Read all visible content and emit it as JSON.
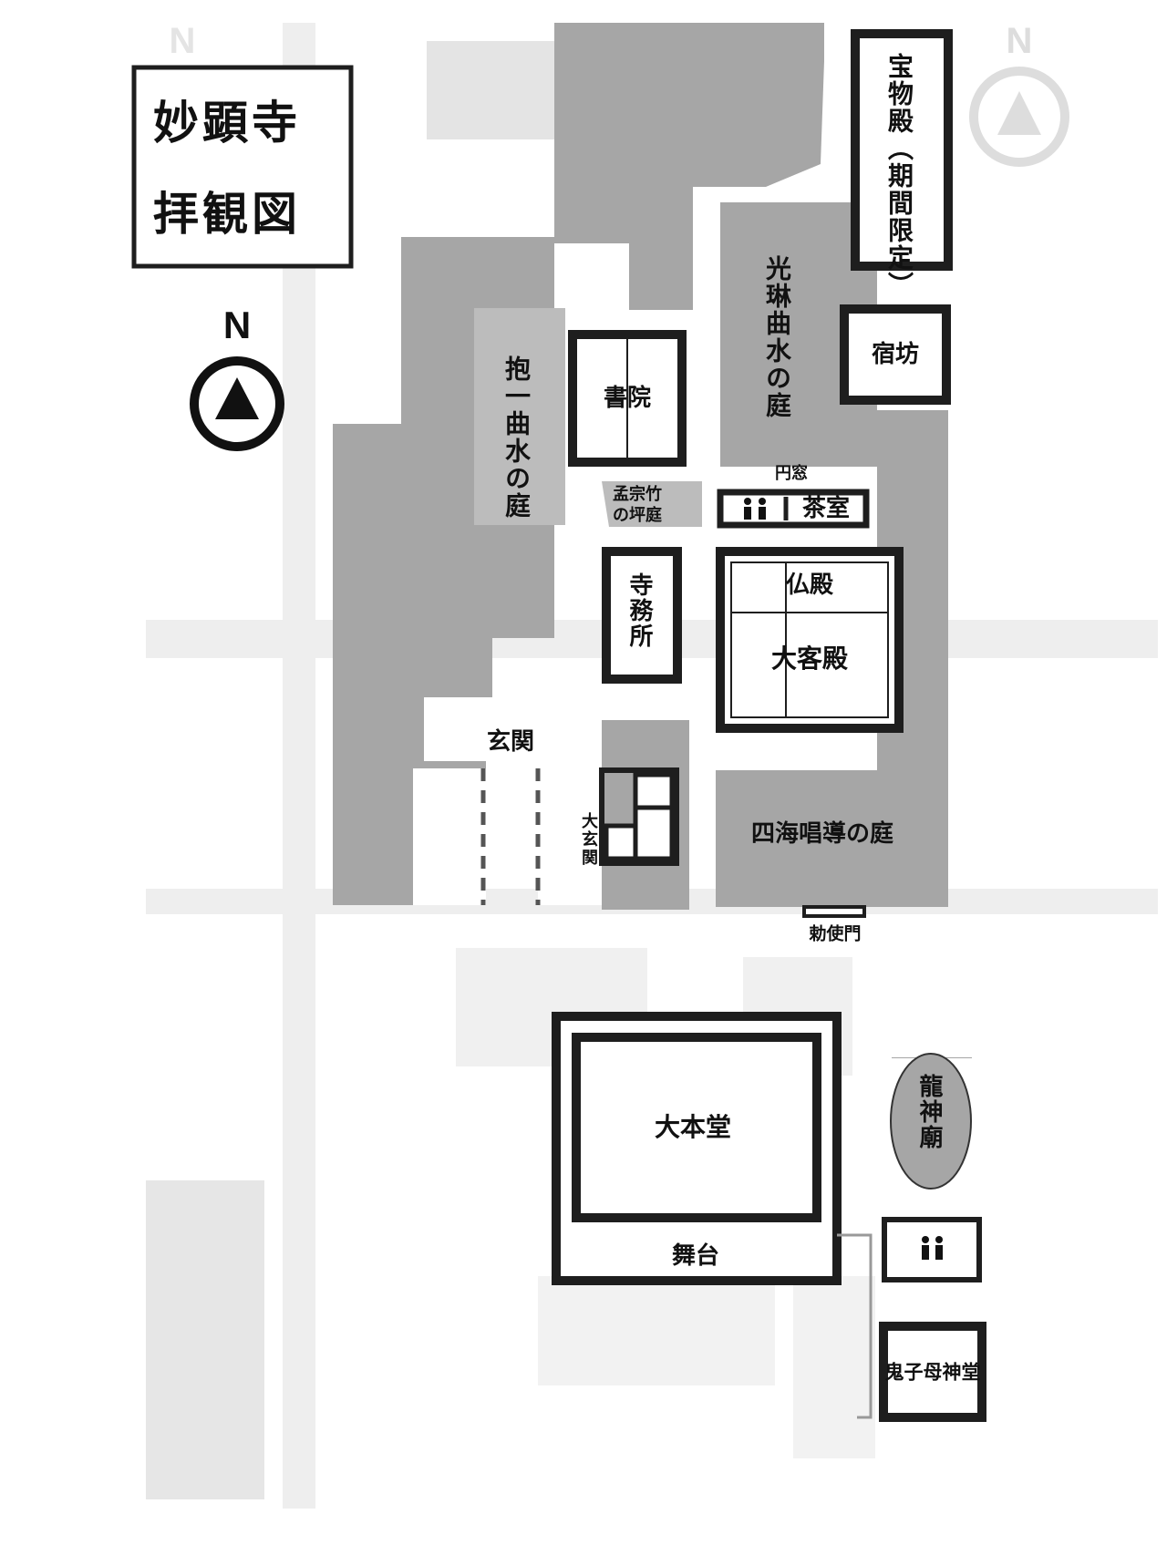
{
  "title": {
    "line1": "妙顕寺",
    "line2": "拝観図"
  },
  "compass": {
    "label": "N",
    "faded_label": "N"
  },
  "places": {
    "treasure_hall": "宝物殿（期間限定）",
    "korin_garden": "光琳曲水の庭",
    "shukubo": "宿坊",
    "hoitsu_garden": "抱一曲水の庭",
    "shoin": "書院",
    "mosochiku_garden_l1": "孟宗竹",
    "mosochiku_garden_l2": "の坪庭",
    "en_mado": "円窓",
    "chashitsu": "茶室",
    "jimusho": "寺務所",
    "butsuden": "仏殿",
    "daikyakuden": "大客殿",
    "genkan": "玄関",
    "dai_genkan": "大玄関",
    "shikai_garden": "四海唱導の庭",
    "chokushimon": "勅使門",
    "daihondo": "大本堂",
    "butai": "舞台",
    "ryujin_byo": "龍神廟",
    "kishimojin_do": "鬼子母神堂"
  },
  "icons": [
    "restroom-icon",
    "restroom-icon",
    "north-arrow-icon"
  ],
  "colors": {
    "building_fill": "#a6a6a6",
    "building_stroke": "#1e1e1e",
    "garden_fill": "#bdbdbd",
    "faded_basemap": "#ececec",
    "dark_text": "#111111"
  }
}
